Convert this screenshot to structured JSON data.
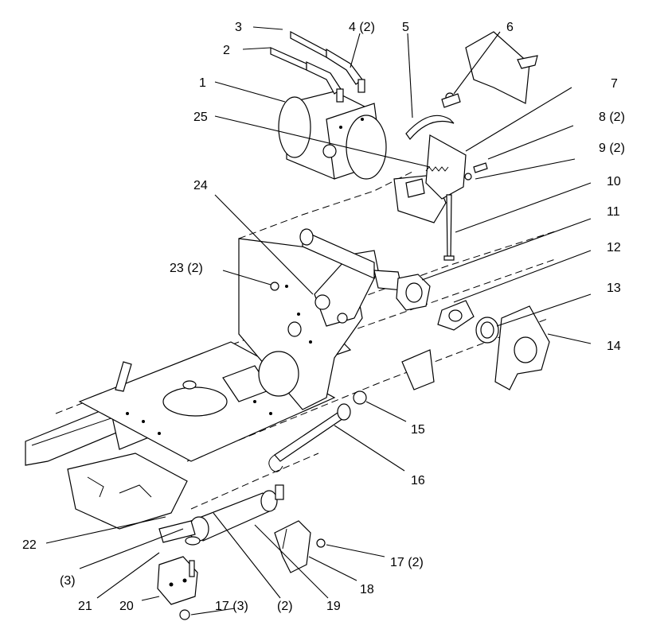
{
  "diagram": {
    "callouts": [
      {
        "id": "c1",
        "text": "1"
      },
      {
        "id": "c2",
        "text": "2"
      },
      {
        "id": "c3",
        "text": "3"
      },
      {
        "id": "c4",
        "text": "4 (2)"
      },
      {
        "id": "c5",
        "text": "5"
      },
      {
        "id": "c6",
        "text": "6"
      },
      {
        "id": "c7",
        "text": "7"
      },
      {
        "id": "c8",
        "text": "8 (2)"
      },
      {
        "id": "c9",
        "text": "9 (2)"
      },
      {
        "id": "c10",
        "text": "10"
      },
      {
        "id": "c11",
        "text": "11"
      },
      {
        "id": "c12",
        "text": "12"
      },
      {
        "id": "c13",
        "text": "13"
      },
      {
        "id": "c14",
        "text": "14"
      },
      {
        "id": "c15",
        "text": "15"
      },
      {
        "id": "c16",
        "text": "16"
      },
      {
        "id": "c17a",
        "text": "17 (2)"
      },
      {
        "id": "c17b",
        "text": "17 (3)"
      },
      {
        "id": "c18",
        "text": "18"
      },
      {
        "id": "c19",
        "text": "19"
      },
      {
        "id": "c2b",
        "text": "(2)"
      },
      {
        "id": "c20",
        "text": "20"
      },
      {
        "id": "c21",
        "text": "21"
      },
      {
        "id": "c3b",
        "text": "(3)"
      },
      {
        "id": "c22",
        "text": "22"
      },
      {
        "id": "c23",
        "text": "23 (2)"
      },
      {
        "id": "c24",
        "text": "24"
      },
      {
        "id": "c25",
        "text": "25"
      }
    ]
  }
}
